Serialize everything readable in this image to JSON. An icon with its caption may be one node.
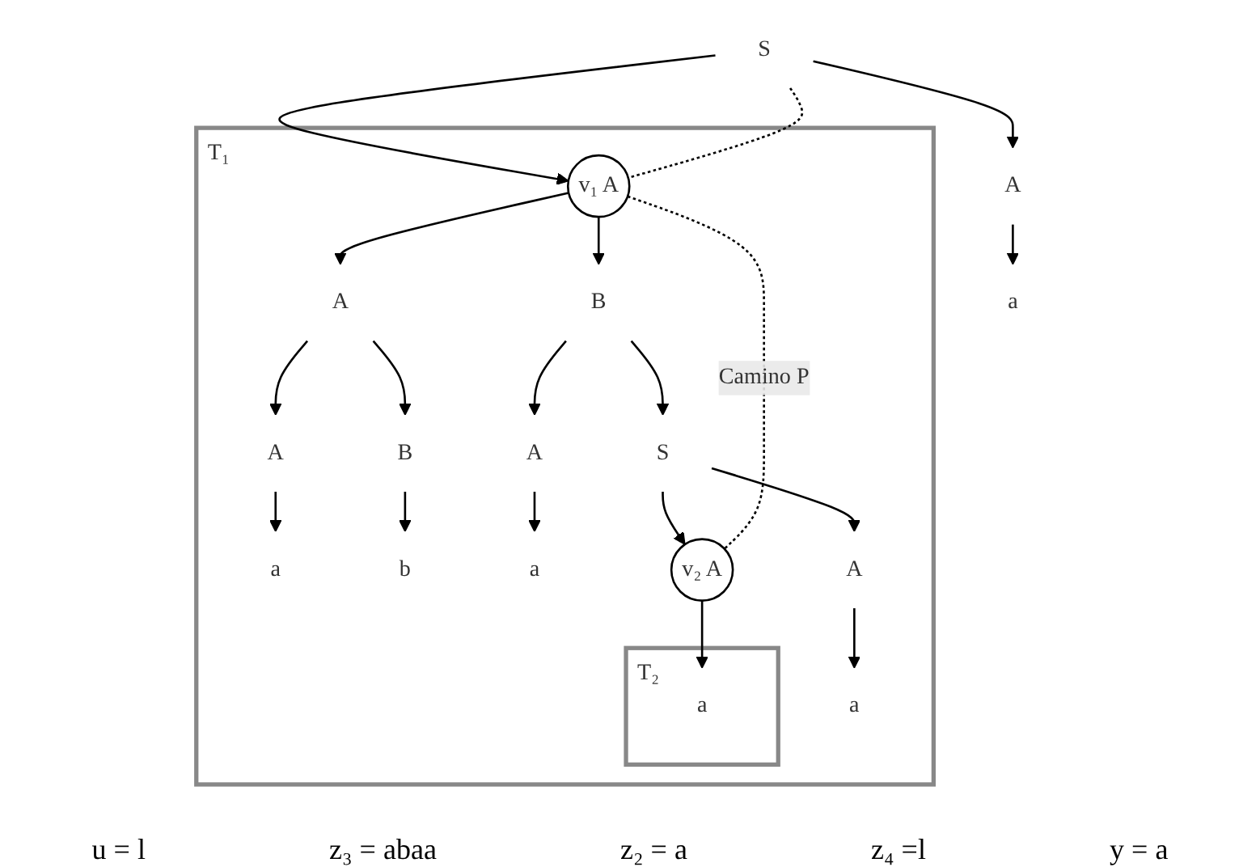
{
  "diagram": {
    "nodes": [
      {
        "text": [
          "S"
        ]
      },
      {
        "text": [
          "T₁"
        ]
      },
      {
        "text": [
          "v₁",
          "A"
        ],
        "in": 1
      },
      {
        "text": [
          "A"
        ],
        "in": 1
      },
      {
        "text": [
          "B"
        ],
        "in": 1
      },
      {
        "text": [
          "A"
        ],
        "in": 1
      },
      {
        "text": [
          "B"
        ],
        "in": 1
      },
      {
        "text": [
          "a"
        ],
        "in": 1
      },
      {
        "text": [
          "b"
        ],
        "in": 1
      },
      {
        "text": [
          "A"
        ],
        "in": 1
      },
      {
        "text": [
          "S"
        ],
        "in": 1
      },
      {
        "text": [
          "a"
        ],
        "in": 1
      },
      {
        "text": [
          "A"
        ],
        "in": 1
      },
      {
        "text": [
          "v₂",
          "A"
        ],
        "in": 1
      },
      {
        "text": [
          "T₂"
        ],
        "in": 1
      },
      {
        "text": [
          "a"
        ],
        "in": 14
      },
      {
        "text": [
          "a"
        ],
        "in": 1
      },
      {
        "text": [
          "A"
        ]
      },
      {
        "text": [
          "a"
        ]
      }
    ],
    "edges": [
      {
        "from": 0,
        "to": 2,
        "arrow": "to"
      },
      {
        "from": 0,
        "to": 17,
        "arrow": "to"
      },
      {
        "from": 2,
        "to": 3,
        "arrow": "to"
      },
      {
        "from": 2,
        "to": 4,
        "arrow": "to"
      },
      {
        "from": 3,
        "to": 5,
        "arrow": "to"
      },
      {
        "from": 3,
        "to": 6,
        "arrow": "to"
      },
      {
        "from": 5,
        "to": 7,
        "arrow": "to"
      },
      {
        "from": 6,
        "to": 8,
        "arrow": "to"
      },
      {
        "from": 4,
        "to": 9,
        "arrow": "to"
      },
      {
        "from": 4,
        "to": 10,
        "arrow": "to"
      },
      {
        "from": 9,
        "to": 11,
        "arrow": "to"
      },
      {
        "from": 10,
        "to": 12,
        "arrow": "to"
      },
      {
        "from": 10,
        "to": 13,
        "arrow": "to"
      },
      {
        "from": 12,
        "to": 16,
        "arrow": "to"
      },
      {
        "from": 13,
        "to": 15,
        "arrow": "to"
      },
      {
        "from": 17,
        "to": 18,
        "arrow": "to"
      },
      {
        "from": 0,
        "to": 2,
        "arrow": "none",
        "style": "dashed"
      },
      {
        "from": 2,
        "to": 13,
        "arrow": "none",
        "style": "dashed",
        "label": "Camino P"
      }
    ],
    "labels": [
      "u = l",
      "z₃ = abaa",
      "z₂ = a",
      "z₄ =l",
      "y = a"
    ]
  }
}
